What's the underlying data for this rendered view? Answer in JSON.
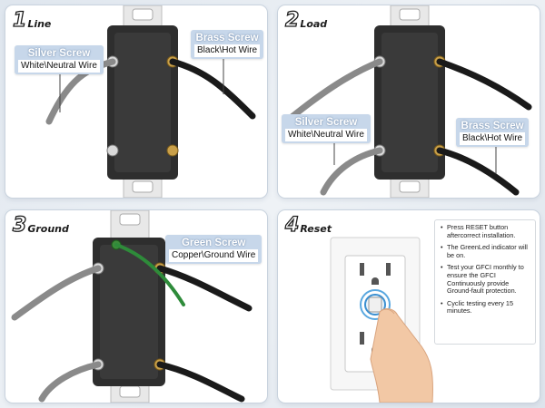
{
  "panels": [
    {
      "step": "1",
      "title": "Line",
      "labels": [
        {
          "name": "Silver Screw",
          "desc": "White\\Neutral Wire"
        },
        {
          "name": "Brass Screw",
          "desc": "Black\\Hot Wire"
        }
      ]
    },
    {
      "step": "2",
      "title": "Load",
      "labels": [
        {
          "name": "Silver Screw",
          "desc": "White\\Neutral Wire"
        },
        {
          "name": "Brass Screw",
          "desc": "Black\\Hot Wire"
        }
      ]
    },
    {
      "step": "3",
      "title": "Ground",
      "labels": [
        {
          "name": "Green Screw",
          "desc": "Copper\\Ground Wire"
        }
      ]
    },
    {
      "step": "4",
      "title": "Reset",
      "instructions": [
        "Press RESET button aftercorrect installation.",
        "The GreenLed indicator will be on.",
        "Test your GFCI monthly to ensure the GFCI Continuously provide Ground-fault protection.",
        "Cyclic testing every 15 minutes."
      ]
    }
  ],
  "colors": {
    "panel_border": "#c9d3de",
    "label_bg": "#c7d7ea",
    "outlet_body": "#2e2e2e",
    "wire_gray": "#8a8a8a",
    "wire_black": "#1a1a1a",
    "wire_green": "#2e8b3a",
    "screw_brass": "#c9a04a"
  }
}
